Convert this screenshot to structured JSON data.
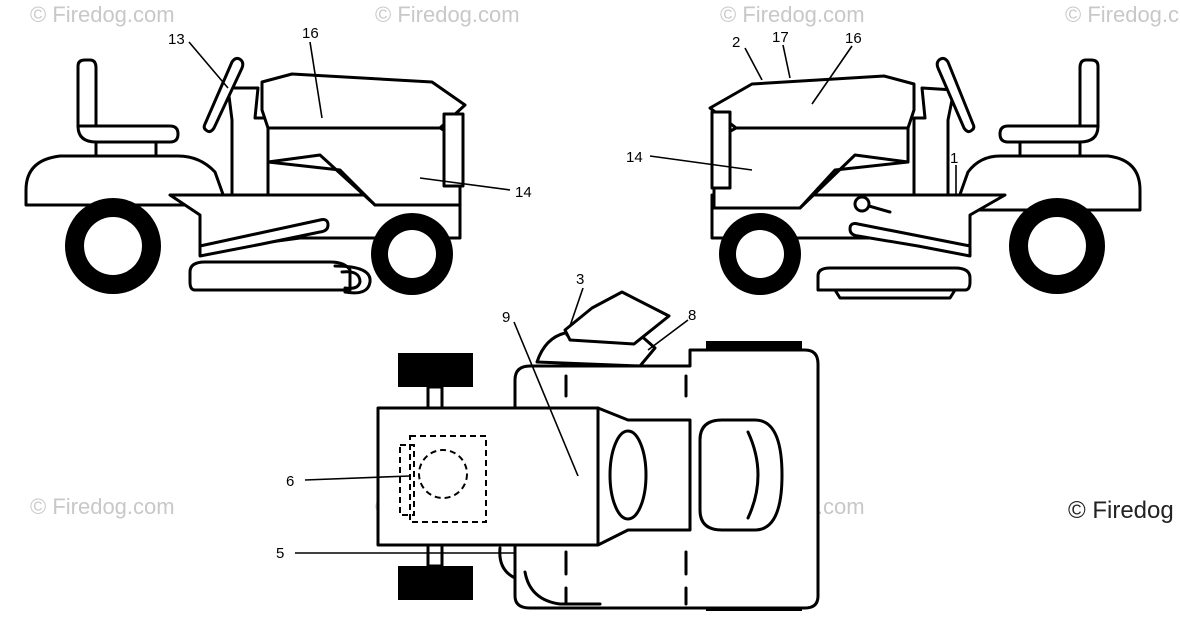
{
  "watermark": {
    "text": "© Firedog.com",
    "corner_text": "© Firedog"
  },
  "callouts": {
    "left_13": "13",
    "left_16": "16",
    "left_14": "14",
    "right_2": "2",
    "right_17": "17",
    "right_16": "16",
    "right_14": "14",
    "right_1": "1",
    "top_3": "3",
    "top_9": "9",
    "top_8": "8",
    "top_6": "6",
    "top_5": "5"
  }
}
